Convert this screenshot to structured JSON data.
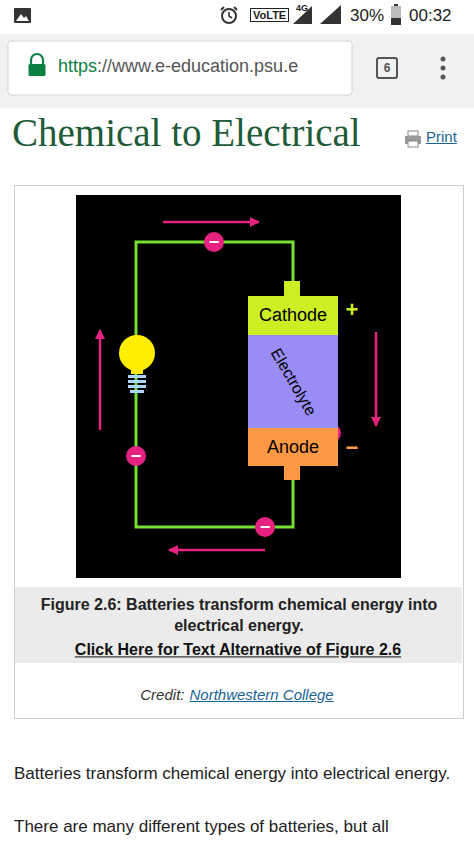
{
  "diagram": {
    "title": "Chemical to Electrical",
    "caption": "Figure 2.6: Batteries transform chemical energy into electrical energy.",
    "nodes": [
      {
        "text": [
          "Cathode"
        ]
      },
      {
        "text": [
          "Electrolyte"
        ]
      },
      {
        "text": [
          "Anode"
        ]
      }
    ],
    "edges": [
      {
        "from": 0,
        "to": 2,
        "arrow": "none"
      }
    ],
    "labels": [
      "VoLTE",
      "4G",
      "30%",
      "00:32",
      "https",
      "://www.e-education.psu.e",
      "6",
      "Print",
      "−",
      "+",
      "−",
      "−",
      "−",
      "−",
      "−",
      "−",
      "Click Here for Text Alternative of Figure 2.6",
      "Credit:",
      "Northwestern College",
      "Batteries transform chemical energy into electrical energy.",
      "There are many different types of batteries, but all"
    ]
  }
}
